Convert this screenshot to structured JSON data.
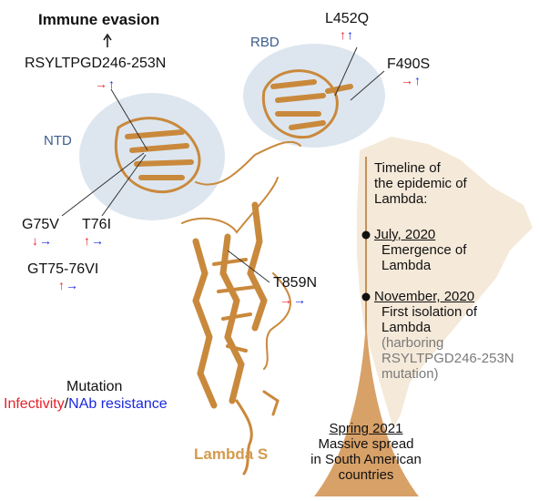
{
  "title": "Immune evasion",
  "protein_label": "Lambda S",
  "regions": {
    "ntd": "NTD",
    "rbd": "RBD"
  },
  "mutations": {
    "rsyltpgd": "RSYLTPGD246-253N",
    "l452q": "L452Q",
    "f490s": "F490S",
    "g75v": "G75V",
    "t76i": "T76I",
    "gt75": "GT75-76VI",
    "t859n": "T859N"
  },
  "legend": {
    "title": "Mutation",
    "infectivity": "Infectivity",
    "sep": "/",
    "nab": "NAb resistance",
    "colors": {
      "infectivity": "#e8202a",
      "nab": "#1a28e0"
    }
  },
  "timeline": {
    "header": [
      "Timeline of",
      "the epidemic of",
      "Lambda:"
    ],
    "events": [
      {
        "date": "July, 2020",
        "lines": [
          "Emergence of",
          "Lambda"
        ]
      },
      {
        "date": "November, 2020",
        "lines": [
          "First isolation of",
          "Lambda"
        ],
        "note": [
          "(harboring",
          "RSYLTPGD246-253N",
          "mutation)"
        ]
      }
    ],
    "final": {
      "date": "Spring 2021",
      "lines": [
        "Massive spread",
        "in South American",
        "countries"
      ]
    }
  },
  "arrows": {
    "up": "↑",
    "right": "→",
    "down": "↓"
  },
  "colors": {
    "protein": "#d49a4e",
    "blob": "#dde6ef",
    "cone": "#d8a168",
    "map": "#f3e3d0"
  }
}
